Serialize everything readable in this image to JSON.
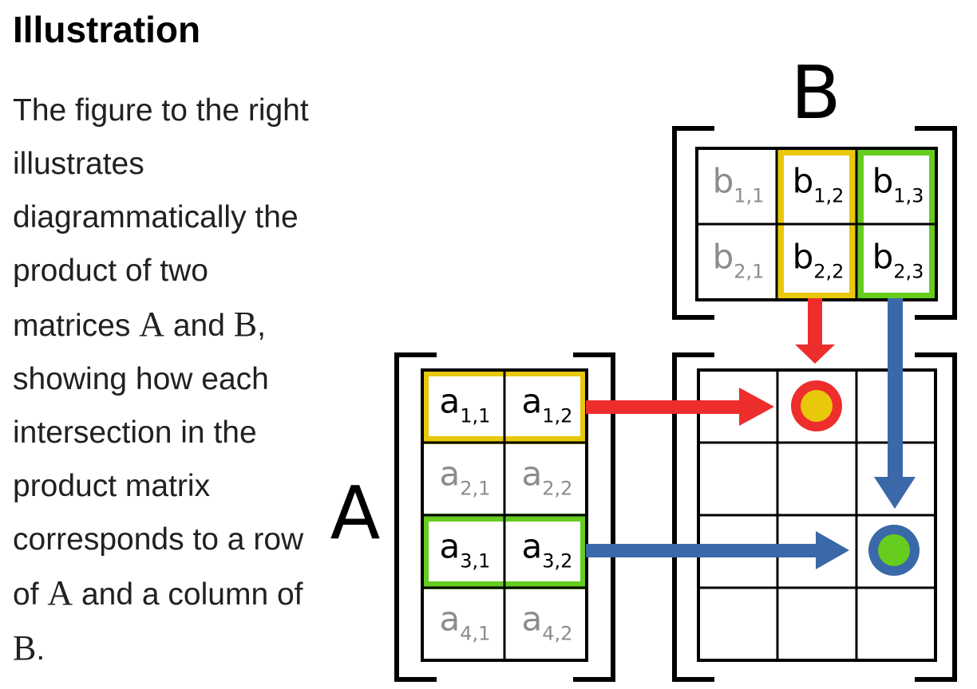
{
  "heading": "Illustration",
  "paragraph": {
    "t1": "The figure to the right illustrates diagrammatically the product of two matrices ",
    "m1": "A",
    "t2": " and ",
    "m2": "B",
    "t3": ", showing how each intersection in the product matrix corresponds to a row of ",
    "m3": "A",
    "t4": " and a column of ",
    "m4": "B",
    "t5": "."
  },
  "figure": {
    "label_a": "A",
    "label_b": "B",
    "matrix_a": [
      [
        {
          "b": "a",
          "s": "1,1",
          "active": true
        },
        {
          "b": "a",
          "s": "1,2",
          "active": true
        }
      ],
      [
        {
          "b": "a",
          "s": "2,1",
          "active": false
        },
        {
          "b": "a",
          "s": "2,2",
          "active": false
        }
      ],
      [
        {
          "b": "a",
          "s": "3,1",
          "active": true
        },
        {
          "b": "a",
          "s": "3,2",
          "active": true
        }
      ],
      [
        {
          "b": "a",
          "s": "4,1",
          "active": false
        },
        {
          "b": "a",
          "s": "4,2",
          "active": false
        }
      ]
    ],
    "matrix_b": [
      [
        {
          "b": "b",
          "s": "1,1",
          "active": false
        },
        {
          "b": "b",
          "s": "1,2",
          "active": true
        },
        {
          "b": "b",
          "s": "1,3",
          "active": true
        }
      ],
      [
        {
          "b": "b",
          "s": "2,1",
          "active": false
        },
        {
          "b": "b",
          "s": "2,2",
          "active": true
        },
        {
          "b": "b",
          "s": "2,3",
          "active": true
        }
      ]
    ],
    "colors": {
      "yellow": "#e8c80a",
      "green": "#66cc1e",
      "red": "#ee2d2d",
      "blue": "#3a68a8",
      "active_text": "#000000",
      "inactive_text": "#8c8c8c"
    }
  }
}
